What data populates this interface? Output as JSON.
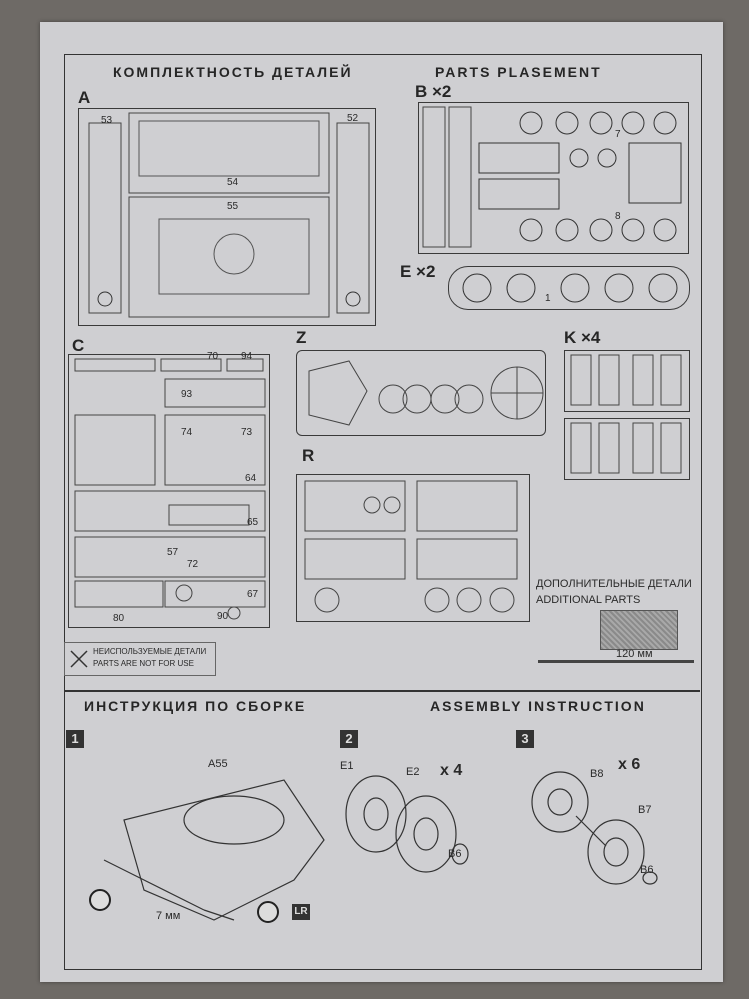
{
  "headers": {
    "parts_ru": "КОМПЛЕКТНОСТЬ ДЕТАЛЕЙ",
    "parts_en": "PARTS PLASEMENT",
    "assembly_ru": "ИНСТРУКЦИЯ ПО СБОРКЕ",
    "assembly_en": "ASSEMBLY INSTRUCTION"
  },
  "sprues": {
    "a": "A",
    "b": "B ×2",
    "e": "E ×2",
    "c": "C",
    "z": "Z",
    "k": "K ×4",
    "r": "R"
  },
  "part_numbers": {
    "a_left": "53",
    "a_right": "52",
    "a_top": "54",
    "a_hull": "55",
    "c_70": "70",
    "c_94": "94",
    "c_93": "93",
    "c_74": "74",
    "c_73": "73",
    "c_64": "64",
    "c_65": "65",
    "c_57": "57",
    "c_72": "72",
    "c_67": "67",
    "c_90": "90",
    "c_80": "80",
    "e_1": "1",
    "b_7": "7",
    "b_8": "8"
  },
  "additional": {
    "ru": "ДОПОЛНИТЕЛЬНЫЕ ДЕТАЛИ",
    "en": "ADDITIONAL PARTS",
    "length": "120 мм"
  },
  "legend": {
    "ru": "НЕИСПОЛЬЗУЕМЫЕ ДЕТАЛИ",
    "en": "PARTS ARE NOT FOR USE"
  },
  "steps": [
    {
      "num": "1",
      "callout": "A55",
      "dim": "7 мм",
      "badge": "LR"
    },
    {
      "num": "2",
      "mult": "x 4",
      "p1": "E1",
      "p2": "E2",
      "p3": "B6"
    },
    {
      "num": "3",
      "mult": "x 6",
      "p1": "B8",
      "p2": "B7",
      "p3": "B6"
    }
  ]
}
